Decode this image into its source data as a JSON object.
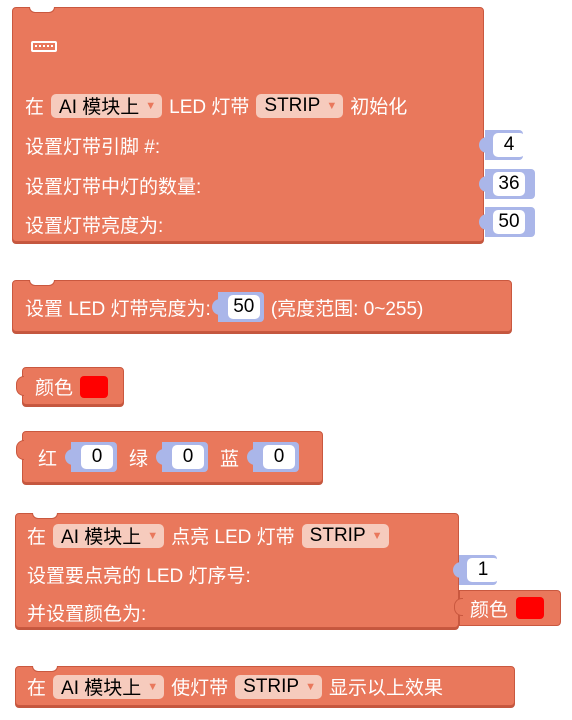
{
  "strip_init": {
    "icon": "led-strip-icon",
    "prefix": "在",
    "module": "AI 模块上",
    "led_label": "LED 灯带",
    "strip_name": "STRIP",
    "suffix": "初始化",
    "pin_label": "设置灯带引脚 #:",
    "pin_value": "4",
    "count_label": "设置灯带中灯的数量:",
    "count_value": "36",
    "brightness_label": "设置灯带亮度为:",
    "brightness_value": "50"
  },
  "set_brightness": {
    "label": "设置 LED 灯带亮度为:",
    "value": "50",
    "range_note": "(亮度范围: 0~255)"
  },
  "color_block": {
    "label": "颜色",
    "color": "#ff0000"
  },
  "rgb_block": {
    "red_label": "红",
    "red_value": "0",
    "green_label": "绿",
    "green_value": "0",
    "blue_label": "蓝",
    "blue_value": "0"
  },
  "light_led": {
    "prefix": "在",
    "module": "AI 模块上",
    "action": "点亮 LED 灯带",
    "strip_name": "STRIP",
    "index_label": "设置要点亮的 LED 灯序号:",
    "index_value": "1",
    "color_label": "并设置颜色为:",
    "color_block_label": "颜色",
    "color": "#ff0000"
  },
  "show_effect": {
    "prefix": "在",
    "module": "AI 模块上",
    "action": "使灯带",
    "strip_name": "STRIP",
    "suffix": "显示以上效果"
  }
}
